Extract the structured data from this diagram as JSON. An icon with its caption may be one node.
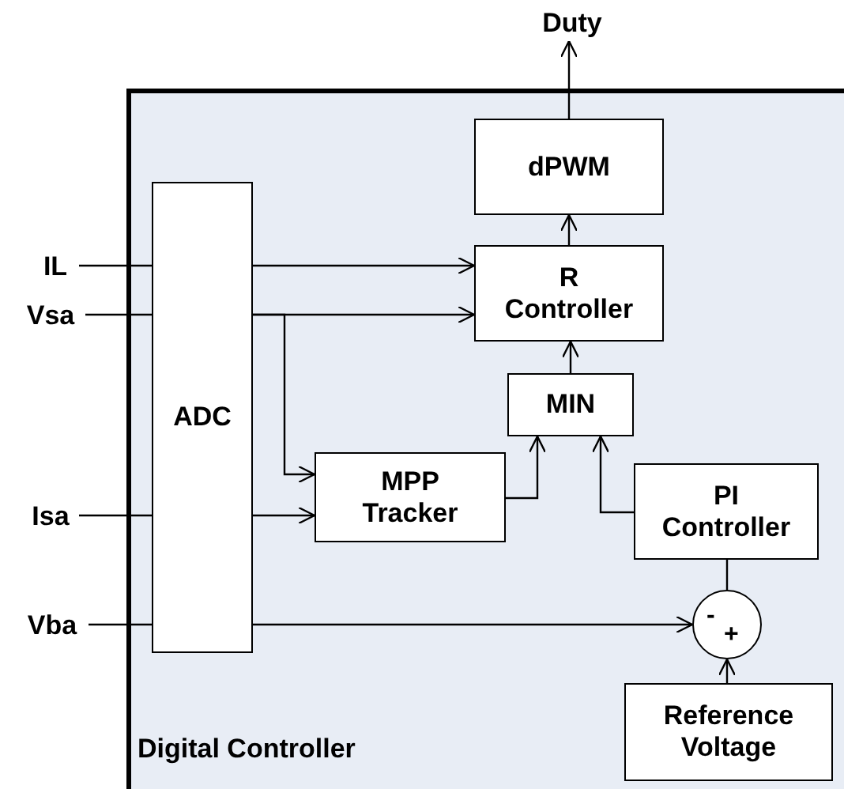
{
  "diagram": {
    "nodes": [
      {
        "text": [
          "Duty"
        ]
      },
      {
        "text": [
          "Digital Controller"
        ]
      },
      {
        "text": [
          "dPWM"
        ],
        "in": 1
      },
      {
        "text": [
          "ADC"
        ],
        "in": 1
      },
      {
        "text": [
          "R Controller"
        ],
        "in": 1
      },
      {
        "text": [
          "MIN"
        ],
        "in": 1
      },
      {
        "text": [
          "MPP Tracker"
        ],
        "in": 1
      },
      {
        "text": [
          "PI Controller"
        ],
        "in": 1
      },
      {
        "text": [
          "-",
          "+"
        ],
        "in": 1
      },
      {
        "text": [
          "Reference Voltage"
        ],
        "in": 1
      },
      {
        "text": [
          "IL"
        ]
      },
      {
        "text": [
          "Vsa"
        ]
      },
      {
        "text": [
          "Isa"
        ]
      },
      {
        "text": [
          "Vba"
        ]
      }
    ],
    "edges": [
      {
        "from": 10,
        "to": 3,
        "arrow": "none"
      },
      {
        "from": 11,
        "to": 3,
        "arrow": "none"
      },
      {
        "from": 12,
        "to": 3,
        "arrow": "none"
      },
      {
        "from": 13,
        "to": 3,
        "arrow": "none"
      },
      {
        "from": 3,
        "to": 4,
        "arrow": "to"
      },
      {
        "from": 3,
        "to": 4,
        "arrow": "to"
      },
      {
        "from": 3,
        "to": 6,
        "arrow": "to"
      },
      {
        "from": 3,
        "to": 6,
        "arrow": "to"
      },
      {
        "from": 3,
        "to": 8,
        "arrow": "to"
      },
      {
        "from": 6,
        "to": 5,
        "arrow": "to"
      },
      {
        "from": 7,
        "to": 5,
        "arrow": "to"
      },
      {
        "from": 5,
        "to": 4,
        "arrow": "to"
      },
      {
        "from": 4,
        "to": 2,
        "arrow": "to"
      },
      {
        "from": 2,
        "to": 0,
        "arrow": "to"
      },
      {
        "from": 9,
        "to": 8,
        "arrow": "to"
      },
      {
        "from": 8,
        "to": 7,
        "arrow": "none"
      }
    ]
  }
}
